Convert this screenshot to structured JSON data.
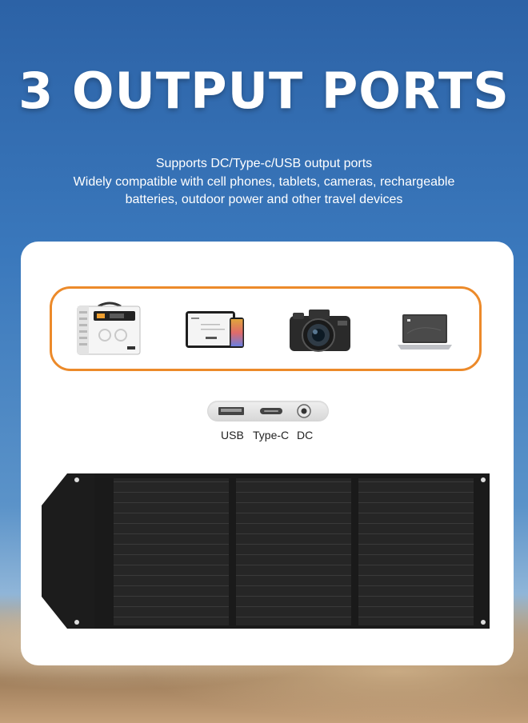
{
  "title": "3 OUTPUT PORTS",
  "subtitle": {
    "line1": "Supports DC/Type-c/USB output ports",
    "line2": "Widely compatible with cell phones, tablets, cameras, rechargeable",
    "line3": "batteries, outdoor power and other travel devices"
  },
  "devices": [
    {
      "icon": "power-station-icon"
    },
    {
      "icon": "tablet-phone-icon"
    },
    {
      "icon": "camera-icon"
    },
    {
      "icon": "laptop-icon"
    }
  ],
  "ports": {
    "usb_label": "USB",
    "typec_label": "Type-C",
    "dc_label": "DC"
  },
  "colors": {
    "accent": "#ec8a2a",
    "sky_top": "#2c62a6",
    "card": "#ffffff",
    "panel": "#1f1f1f"
  }
}
